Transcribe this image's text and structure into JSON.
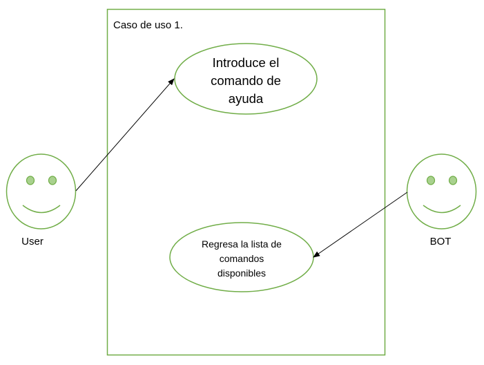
{
  "diagram": {
    "boundary_title": "Caso de uso 1.",
    "use_cases": [
      {
        "lines": [
          "Introduce el",
          "comando de",
          "ayuda"
        ]
      },
      {
        "lines": [
          "Regresa la lista de",
          "comandos",
          "disponibles"
        ]
      }
    ],
    "actors": [
      {
        "label": "User"
      },
      {
        "label": "BOT"
      }
    ],
    "colors": {
      "outline": "#70ad47",
      "eye_fill": "#a9d18e",
      "arrow": "#000000"
    }
  }
}
